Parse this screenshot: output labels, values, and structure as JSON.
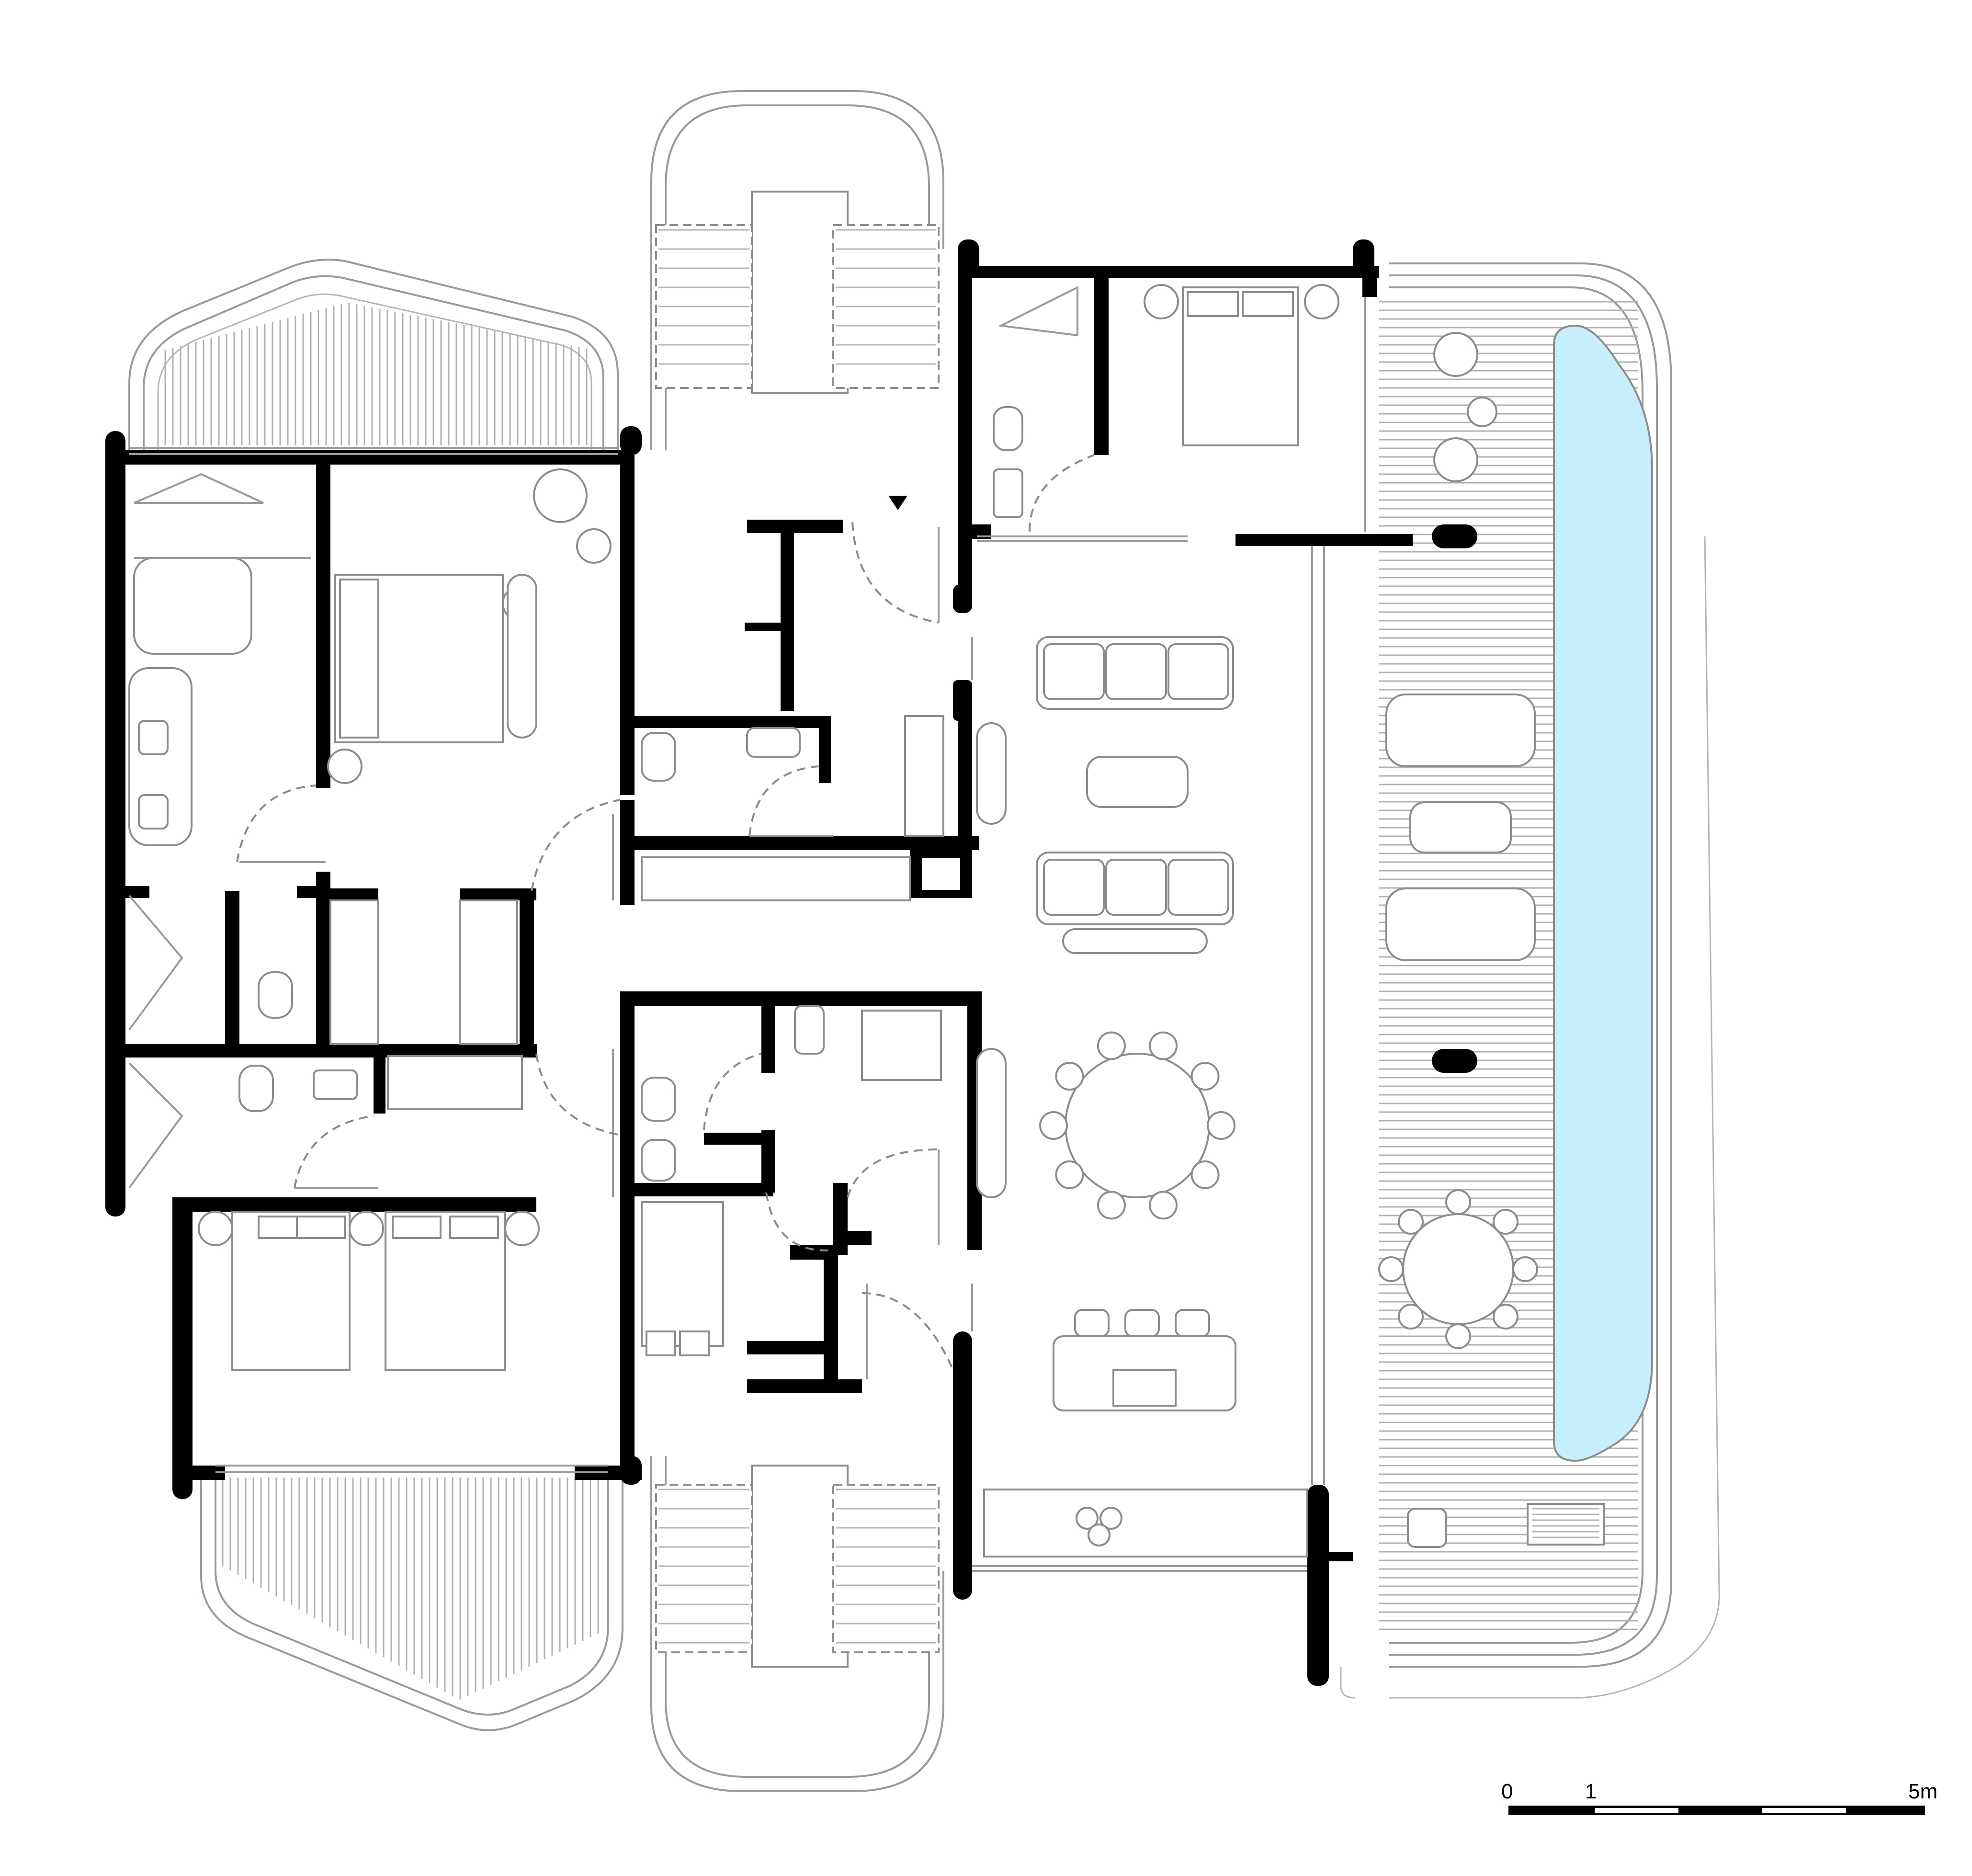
{
  "scale_bar": {
    "labels": [
      "0",
      "1",
      "5m"
    ]
  },
  "colors": {
    "wall": "#000000",
    "lines": "#9a9a9a",
    "pool": "#c6eefb"
  }
}
